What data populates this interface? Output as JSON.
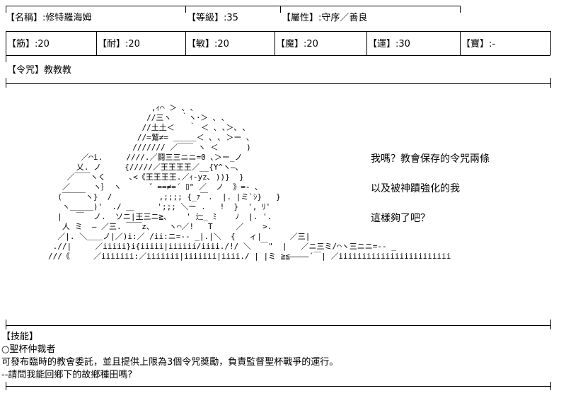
{
  "status": {
    "row1": [
      {
        "label": "【名稱】:修特羅海姆"
      },
      {
        "label": "【等級】:35"
      },
      {
        "label": "【屬性】:守序／善良"
      }
    ],
    "row2": [
      {
        "label": "【筋】:20"
      },
      {
        "label": "【耐】:20"
      },
      {
        "label": "【敏】:20"
      },
      {
        "label": "【魔】:20"
      },
      {
        "label": "【運】:30"
      },
      {
        "label": "【寶】:-"
      }
    ],
    "command_spell": "【令咒】教教教"
  },
  "art": {
    "lines": [
      "                      ,ｨ⌒ ＞ ､ ､",
      "                     //三ヽ  ｀ヽ･＞ ､ ､",
      "                    //土土＜   ｀ ＜ ､ ､＞､ ､",
      "                   //=鷲≠= ＿＿＿＜ ､ ､ ＞ー ､",
      "                  /////// ／￣￣ ヽ ＜      )",
      "       ／⌒i.     ////.／鬪三三ニニ=0 ､＞ー_ノ",
      "      乂. ノ     {/////／王王王王／__{Y^ヽ―､",
      "    ／￣￣ヽく     ､<《王王王王.／ｨ-yz､ ))}  }",
      "   ／     ヽ｝ ヽ      ゛==≠=´ ﾛ\" ／  ノ  》=- ､",
      "  (￣￣￣ヽ}  /          ,;;;; {_ｧ￣.  |. |ミ`ｼ}   }",
      "   ヽ＿＿＿)'  ./ ＿     ';;; ＼ー .   !  }  ', ﾘ'",
      "  |   ￣  ノ.  ソニ|王三ニ≧､    ' 辷_ ﾐ    ﾉ  |. '.",
      "   人 ミ  ― ／三. ￣￣z､    ヽ⌒／!   T     ／    >.",
      "  ／|. ＼＿＿ノ|／)i:／ /ii:ニ=-- _|.|＼  {   ィ|      ／三|",
      " .//|     ／iiiii}i{iiiii|iiiiii/iiii./!/ ＼  ￣\"  |   ／ニ三ミ/⌒ヽ三ニニ=-- _",
      "///《     ／iiiiiii:／iiiiiii|iiiiiii|iiii./ | |ミ ≧≦――――´￣| ／iiiiiiiiiiiiiiiiiiiiiiii"
    ],
    "dialog": [
      "我嗎？教會保存的令咒兩條",
      "以及被神蹟強化的我",
      "這樣夠了吧？"
    ]
  },
  "skills": {
    "header": "【技能】",
    "skill_name": "○聖杯仲裁者",
    "description": "可發布臨時的教會委託，並且提供上限為3個令咒獎勵，負責監督聖杯戰爭的運行。",
    "remark": "--請問我能回鄉下的故鄉種田嗎?"
  }
}
